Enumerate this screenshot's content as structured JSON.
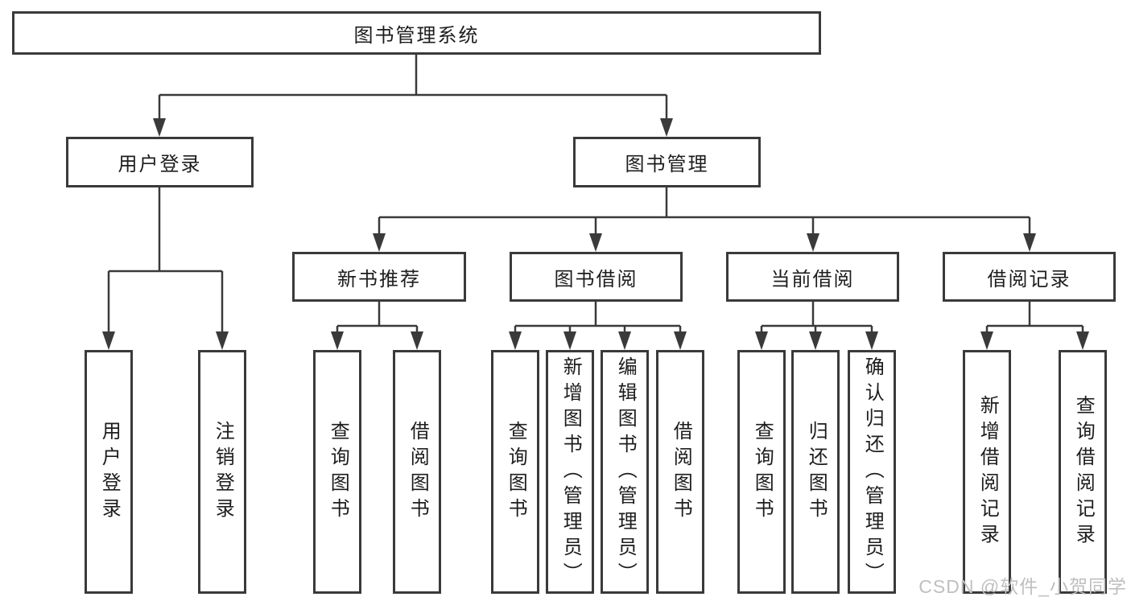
{
  "diagram": {
    "title": "图书管理系统",
    "root": {
      "label": "图书管理系统"
    },
    "level2": [
      {
        "id": "user-login",
        "label": "用户登录"
      },
      {
        "id": "book-management",
        "label": "图书管理"
      }
    ],
    "level3": [
      {
        "id": "new-book-recommend",
        "label": "新书推荐"
      },
      {
        "id": "book-borrowing",
        "label": "图书借阅"
      },
      {
        "id": "current-borrowing",
        "label": "当前借阅"
      },
      {
        "id": "borrowing-records",
        "label": "借阅记录"
      }
    ],
    "leaves": {
      "user_login": [
        "用户登录",
        "注销登录"
      ],
      "new_book_recommend": [
        "查询图书",
        "借阅图书"
      ],
      "book_borrowing": [
        "查询图书",
        "新增图书（管理员）",
        "编辑图书（管理员）",
        "借阅图书"
      ],
      "current_borrowing": [
        "查询图书",
        "归还图书",
        "确认归还（管理员）"
      ],
      "borrowing_records": [
        "新增借阅记录",
        "查询借阅记录"
      ]
    }
  },
  "watermark": {
    "text": "CSDN @软件_小贺同学"
  },
  "colors": {
    "line": "#3a3a3a",
    "text": "#1d1d1d",
    "background": "#ffffff",
    "watermark": "#bfbfbf"
  }
}
